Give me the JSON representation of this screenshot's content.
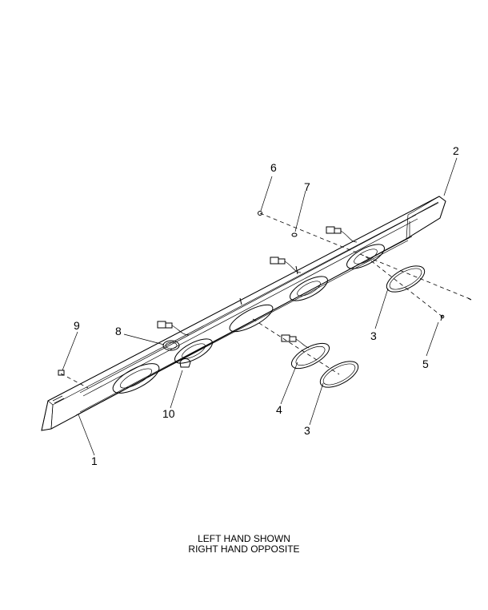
{
  "callouts": {
    "c1": "1",
    "c2": "2",
    "c3a": "3",
    "c3b": "3",
    "c4": "4",
    "c5": "5",
    "c6": "6",
    "c7": "7",
    "c8": "8",
    "c9": "9",
    "c10": "10"
  },
  "caption": {
    "line1": "LEFT HAND SHOWN",
    "line2": "RIGHT HAND OPPOSITE"
  }
}
